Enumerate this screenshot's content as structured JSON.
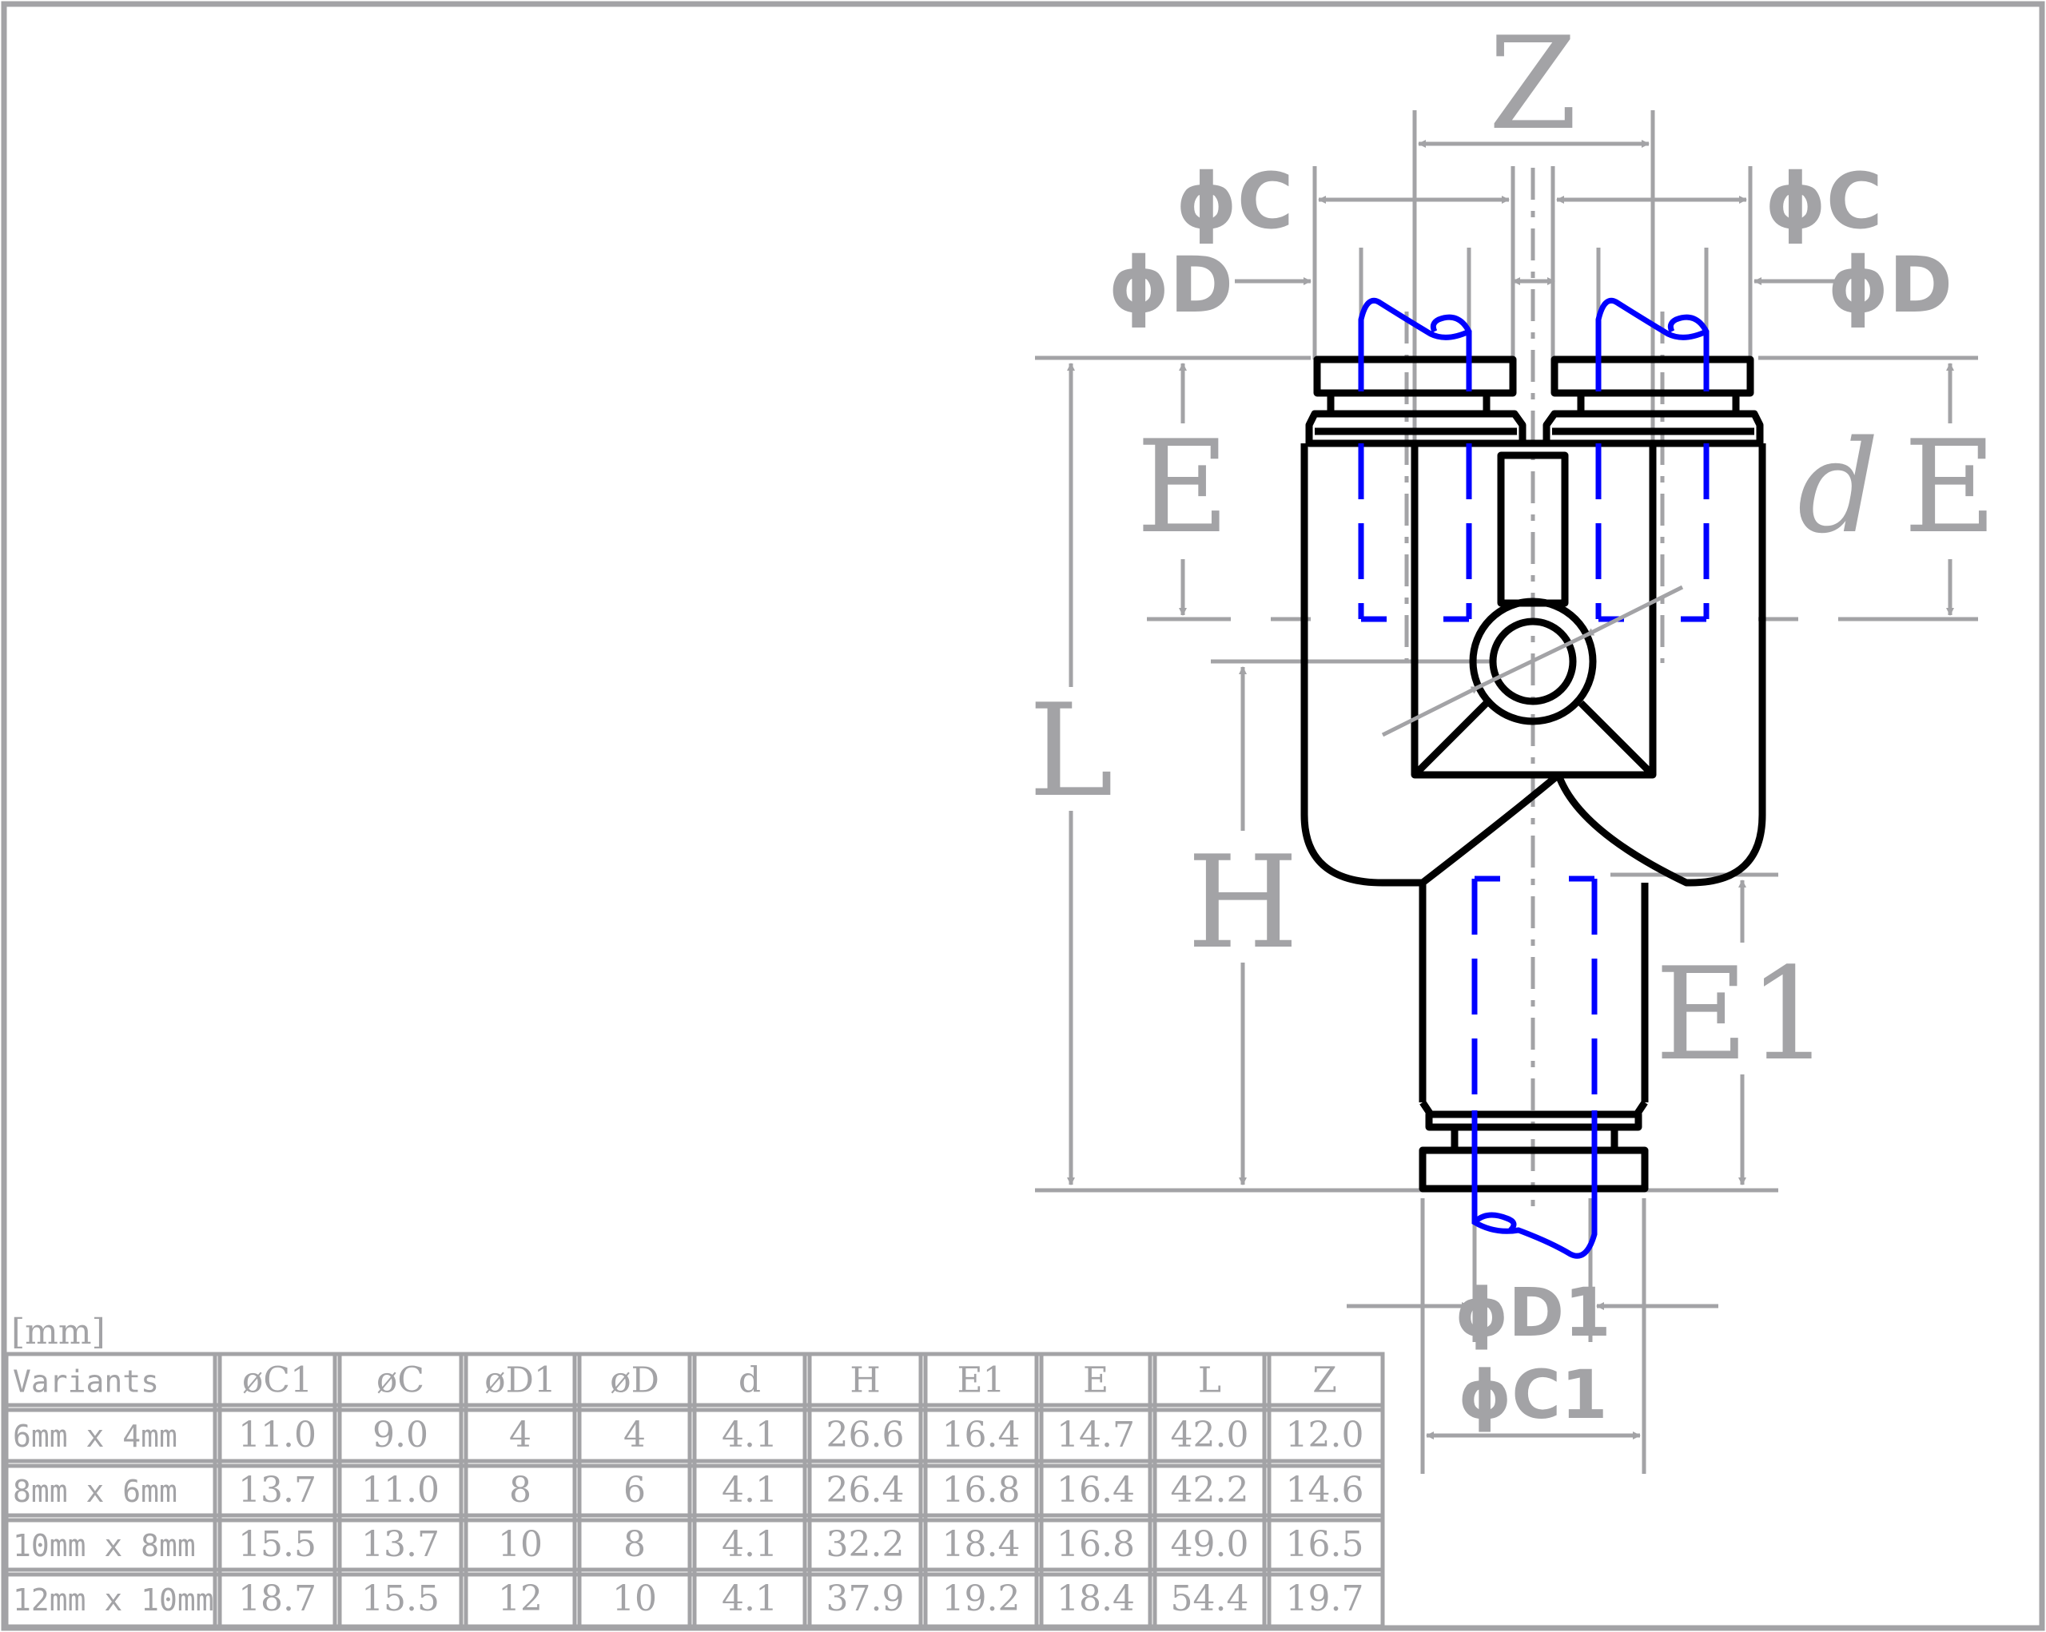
{
  "drawing": {
    "labels": {
      "z": "Z",
      "c_left": "ϕC",
      "c_right": "ϕC",
      "d_left": "ϕD",
      "d_right": "ϕD",
      "e_left": "E",
      "e_right": "E",
      "d_small": "d",
      "l": "L",
      "h": "H",
      "e1": "E1",
      "d1": "ϕD1",
      "c1": "ϕC1"
    },
    "colors": {
      "dimension": "#a3a3a6",
      "outline": "#000000",
      "tube": "#0000ff",
      "background": "#ffffff"
    }
  },
  "table": {
    "unit": "[mm]",
    "headers": [
      "Variants",
      "øC1",
      "øC",
      "øD1",
      "øD",
      "d",
      "H",
      "E1",
      "E",
      "L",
      "Z"
    ],
    "rows": [
      [
        "6mm x 4mm",
        "11.0",
        "9.0",
        "4",
        "4",
        "4.1",
        "26.6",
        "16.4",
        "14.7",
        "42.0",
        "12.0"
      ],
      [
        "8mm x 6mm",
        "13.7",
        "11.0",
        "8",
        "6",
        "4.1",
        "26.4",
        "16.8",
        "16.4",
        "42.2",
        "14.6"
      ],
      [
        "10mm x 8mm",
        "15.5",
        "13.7",
        "10",
        "8",
        "4.1",
        "32.2",
        "18.4",
        "16.8",
        "49.0",
        "16.5"
      ],
      [
        "12mm x 10mm",
        "18.7",
        "15.5",
        "12",
        "10",
        "4.1",
        "37.9",
        "19.2",
        "18.4",
        "54.4",
        "19.7"
      ]
    ]
  }
}
